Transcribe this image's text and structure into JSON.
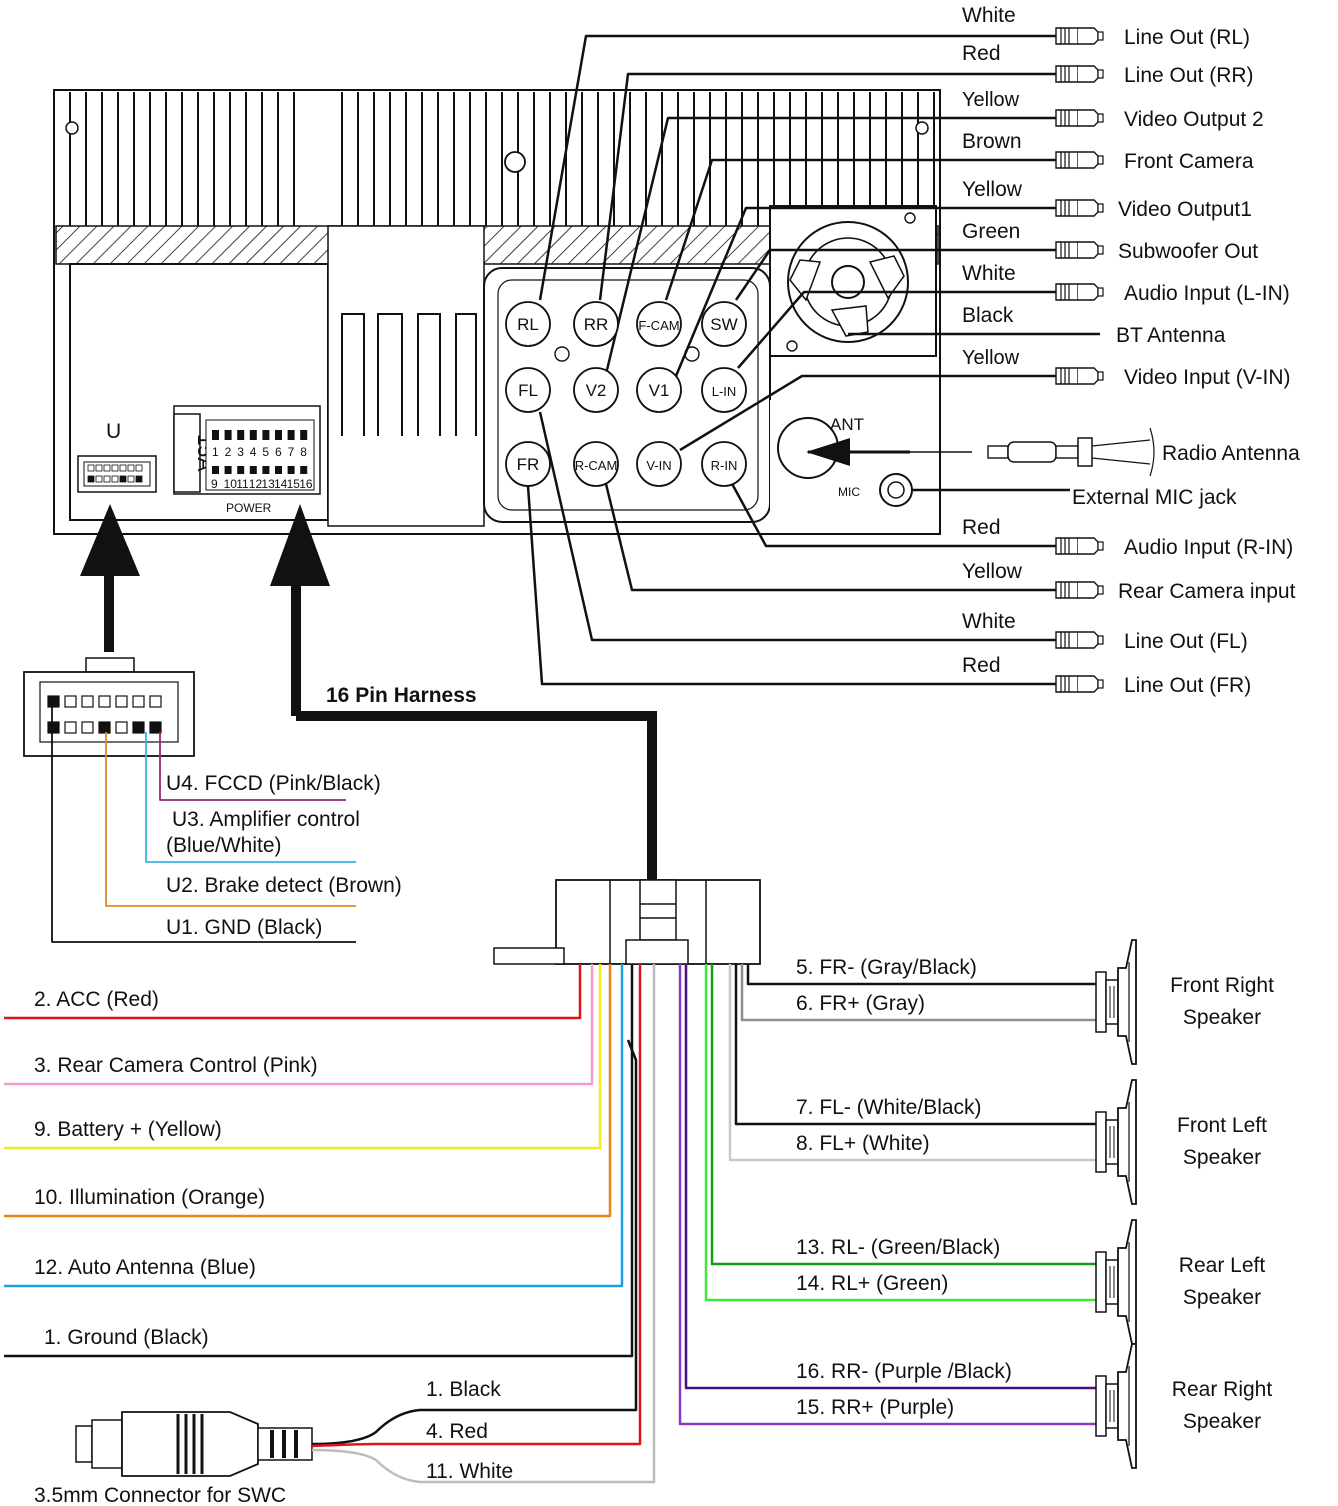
{
  "harness_label": "16 Pin Harness",
  "u_label": "U",
  "fuse_label": "15A",
  "power_label": "POWER",
  "power_pins_top": [
    "1",
    "2",
    "3",
    "4",
    "5",
    "6",
    "7",
    "8"
  ],
  "power_pins_bottom": [
    "9",
    "10",
    "11",
    "12",
    "13",
    "14",
    "15",
    "16"
  ],
  "ant_label": "ANT",
  "mic_label": "MIC",
  "ports": {
    "rl": "RL",
    "rr": "RR",
    "fcam": "F-CAM",
    "sw": "SW",
    "fl": "FL",
    "v2": "V2",
    "v1": "V1",
    "lin": "L-IN",
    "fr": "FR",
    "rcam": "R-CAM",
    "vin": "V-IN",
    "rin": "R-IN"
  },
  "rca_outputs": [
    {
      "color": "White",
      "label": "Line Out (RL)"
    },
    {
      "color": "Red",
      "label": "Line Out (RR)"
    },
    {
      "color": "Yellow",
      "label": "Video Output 2"
    },
    {
      "color": "Brown",
      "label": "Front Camera"
    },
    {
      "color": "Yellow",
      "label": "Video Output1"
    },
    {
      "color": "Green",
      "label": "Subwoofer Out"
    },
    {
      "color": "White",
      "label": "Audio Input (L-IN)"
    },
    {
      "color": "Black",
      "label": "BT Antenna"
    },
    {
      "color": "Yellow",
      "label": "Video Input (V-IN)"
    },
    {
      "color": "",
      "label": "Radio Antenna"
    },
    {
      "color": "",
      "label": "External MIC jack"
    },
    {
      "color": "Red",
      "label": "Audio Input (R-IN)"
    },
    {
      "color": "Yellow",
      "label": "Rear Camera input"
    },
    {
      "color": "White",
      "label": "Line Out (FL)"
    },
    {
      "color": "Red",
      "label": "Line Out (FR)"
    }
  ],
  "u_wires": [
    {
      "label": "U4. FCCD (Pink/Black)",
      "color": "#8a2b78"
    },
    {
      "label": "U3. Amplifier control",
      "label2": "(Blue/White)",
      "color": "#38b6e0"
    },
    {
      "label": "U2. Brake detect (Brown)",
      "color": "#e08a2a"
    },
    {
      "label": "U1. GND (Black)",
      "color": "#111111"
    }
  ],
  "left_wires": [
    {
      "label": "2.  ACC  (Red)",
      "color": "#e0141e"
    },
    {
      "label": "3.  Rear Camera Control (Pink)",
      "color": "#f59ac8"
    },
    {
      "label": "9.  Battery + (Yellow)",
      "color": "#f4ea1a"
    },
    {
      "label": "10.  Illumination (Orange)",
      "color": "#e8861a"
    },
    {
      "label": "12.  Auto Antenna (Blue)",
      "color": "#1e9fe0"
    },
    {
      "label": "1.  Ground (Black)",
      "color": "#111111"
    }
  ],
  "swc": {
    "connector_label": "3.5mm Connector for SWC",
    "wires": [
      {
        "label": "1.  Black",
        "color": "#111111"
      },
      {
        "label": "4.  Red",
        "color": "#e0141e"
      },
      {
        "label": "11.  White",
        "color": "#bdbdbd"
      }
    ]
  },
  "speaker_wires": [
    {
      "label": "5. FR- (Gray/Black)",
      "color": "#111111"
    },
    {
      "label": "6. FR+ (Gray)",
      "color": "#8e8e8e"
    },
    {
      "label": "7. FL- (White/Black)",
      "color": "#111111"
    },
    {
      "label": "8. FL+ (White)",
      "color": "#c8c8c8"
    },
    {
      "label": "13. RL- (Green/Black)",
      "color": "#0f9e14"
    },
    {
      "label": "14. RL+ (Green)",
      "color": "#3fe83f"
    },
    {
      "label": "16. RR- (Purple /Black)",
      "color": "#4b0f80"
    },
    {
      "label": "15. RR+ (Purple)",
      "color": "#8a3ac8"
    }
  ],
  "speakers": [
    {
      "line1": "Front Right",
      "line2": "Speaker"
    },
    {
      "line1": "Front Left",
      "line2": "Speaker"
    },
    {
      "line1": "Rear Left",
      "line2": "Speaker"
    },
    {
      "line1": "Rear Right",
      "line2": "Speaker"
    }
  ]
}
